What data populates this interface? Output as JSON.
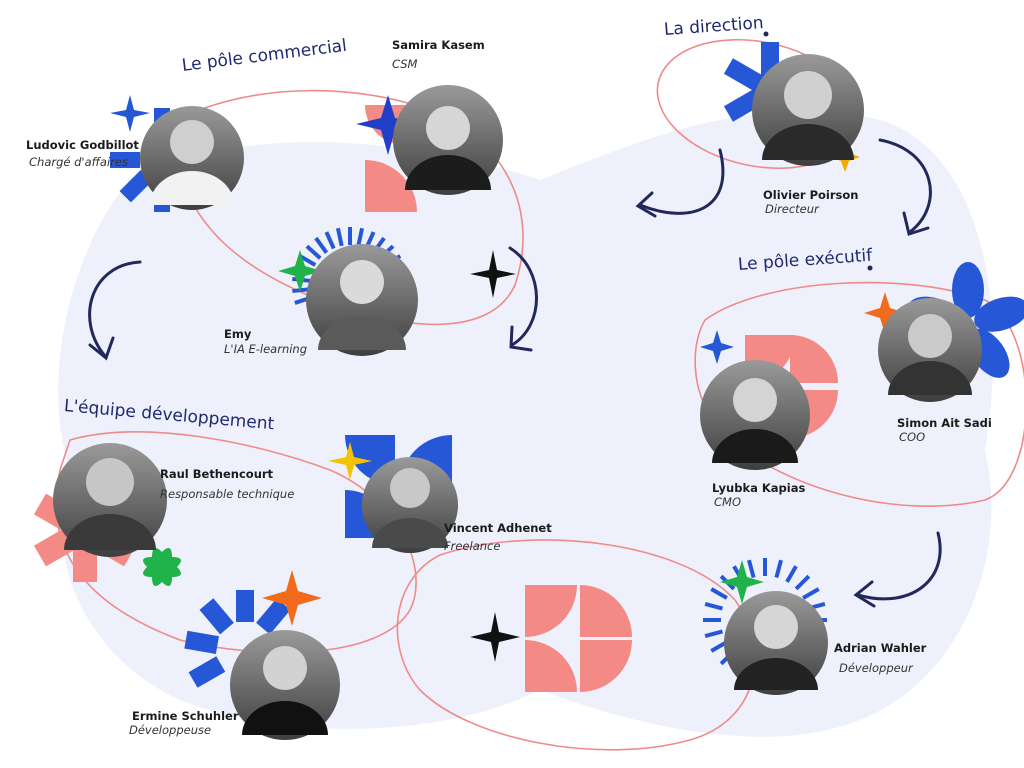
{
  "colors": {
    "navy": "#23285c",
    "blue": "#2557d6",
    "coral": "#f48a86",
    "orange": "#f26b1d",
    "green": "#1fb34a",
    "yellow": "#f5b800",
    "blob": "#eef1fb",
    "line": "#ef8a8a"
  },
  "groups": {
    "commercial": "Le pôle commercial",
    "direction": "La direction",
    "executif": "Le pôle exécutif",
    "dev": "L'équipe développement"
  },
  "people": {
    "ludovic": {
      "name": "Ludovic Godbillot",
      "role": "Chargé d'affaires"
    },
    "samira": {
      "name": "Samira Kasem",
      "role": "CSM"
    },
    "emy": {
      "name": "Emy",
      "role": "L'IA E-learning"
    },
    "olivier": {
      "name": "Olivier Poirson",
      "role": "Directeur"
    },
    "simon": {
      "name": "Simon Ait Sadi",
      "role": "COO"
    },
    "lyubka": {
      "name": "Lyubka Kapias",
      "role": "CMO"
    },
    "raul": {
      "name": "Raul Bethencourt",
      "role": "Responsable technique"
    },
    "vincent": {
      "name": "Vincent Adhenet",
      "role": "Freelance"
    },
    "ermine": {
      "name": "Ermine Schuhler",
      "role": "Développeuse"
    },
    "adrian": {
      "name": "Adrian Wahler",
      "role": "Développeur"
    }
  }
}
